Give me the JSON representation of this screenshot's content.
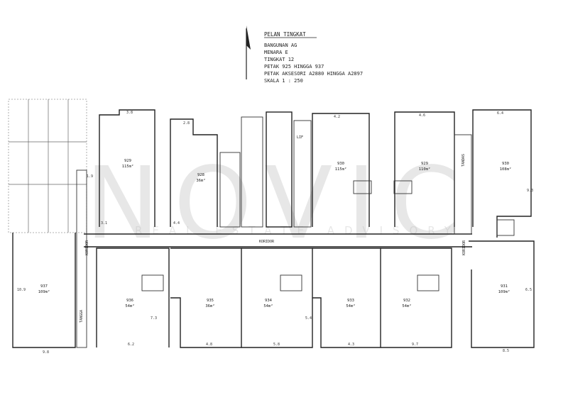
{
  "title_block": {
    "lines": [
      "PELAN TINGKAT",
      "BANGUNAN AG",
      "MENARA E",
      "TINGKAT 12",
      "PETAK 925 HINGGA 937",
      "PETAK AKSESORI A2880 HINGGA A2897",
      "SKALA 1 : 250"
    ]
  },
  "watermark": {
    "text": "NOVIC",
    "tagline": "REAL ESTATE ADVISORY"
  },
  "colors": {
    "ink": "#222222",
    "watermark": "#bbbbbb",
    "paper": "#ffffff"
  },
  "corridors": {
    "koridor": "KORIDOR",
    "tangga": "TANGGA",
    "tandas": "TANDAS",
    "lif": "LIF"
  },
  "rooms": [
    {
      "id": "929",
      "area": "115m²"
    },
    {
      "id": "928",
      "area": "36m²"
    },
    {
      "id": "930",
      "area": "115m²"
    },
    {
      "id": "929",
      "area": "110m²"
    },
    {
      "id": "930",
      "area": "108m²"
    },
    {
      "id": "937",
      "area": "109m²"
    },
    {
      "id": "936",
      "area": "54m²"
    },
    {
      "id": "935",
      "area": "36m²"
    },
    {
      "id": "934",
      "area": "54m²"
    },
    {
      "id": "933",
      "area": "54m²"
    },
    {
      "id": "932",
      "area": "54m²"
    },
    {
      "id": "931",
      "area": "109m²"
    }
  ],
  "dimensions": [
    "9.8",
    "6.2",
    "4.8",
    "5.8",
    "4.3",
    "9.7",
    "8.5",
    "3.8",
    "2.8",
    "4.2",
    "4.6",
    "6.4",
    "10.9",
    "3.1",
    "4.4",
    "6.5",
    "7.3",
    "5.4",
    "9.3",
    "1.9"
  ]
}
